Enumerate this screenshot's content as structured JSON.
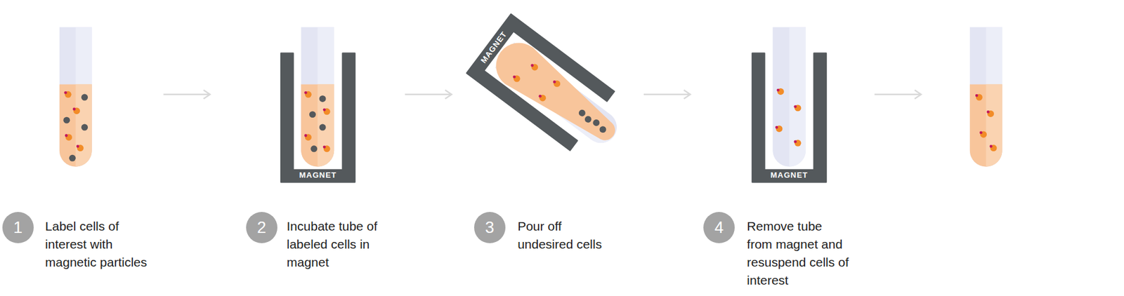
{
  "diagram": {
    "nodes": [
      {
        "text": [
          "1",
          "Label cells of interest with magnetic particles"
        ]
      },
      {
        "text": [
          "2",
          "Incubate tube of labeled cells in magnet"
        ]
      },
      {
        "text": [
          "3",
          "Pour off undesired cells"
        ]
      },
      {
        "text": [
          "4",
          "Remove tube from magnet and resuspend cells of interest"
        ]
      }
    ],
    "labels": [
      "MAGNET",
      "MAGNET",
      "MAGNET"
    ]
  }
}
